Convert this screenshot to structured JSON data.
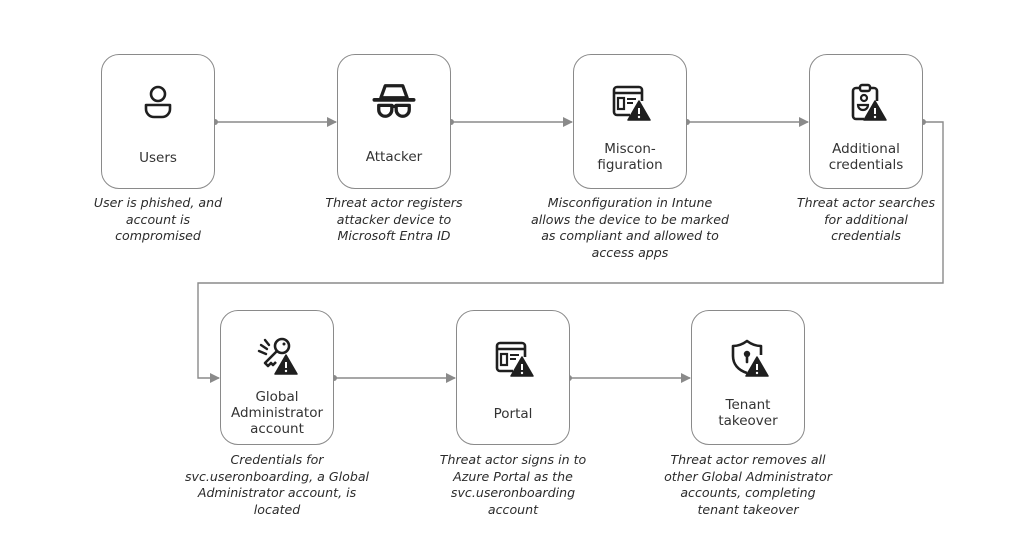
{
  "diagram": {
    "type": "attack-flow",
    "colors": {
      "line": "#8a8a8a",
      "box_border": "#8a8a8a",
      "icon": "#1f1f1f",
      "text": "#333333"
    },
    "steps": [
      {
        "id": "users",
        "icon": "user-icon",
        "label_lines": [
          "Users"
        ],
        "description_lines": [
          "User is phished, and",
          "account is",
          "compromised"
        ]
      },
      {
        "id": "attacker",
        "icon": "incognito-hat-glasses-icon",
        "label_lines": [
          "Attacker"
        ],
        "description_lines": [
          "Threat actor registers",
          "attacker device to",
          "Microsoft Entra ID"
        ]
      },
      {
        "id": "misconfiguration",
        "icon": "window-warning-icon",
        "label_lines": [
          "Miscon-",
          "figuration"
        ],
        "description_lines": [
          "Misconfiguration in Intune",
          "allows the device to be marked",
          "as compliant and allowed to",
          "access apps"
        ]
      },
      {
        "id": "additional-credentials",
        "icon": "clipboard-user-warning-icon",
        "label_lines": [
          "Additional",
          "credentials"
        ],
        "description_lines": [
          "Threat actor searches",
          "for additional",
          "credentials"
        ]
      },
      {
        "id": "global-administrator-account",
        "icon": "key-warning-icon",
        "label_lines": [
          "Global",
          "Administrator",
          "account"
        ],
        "description_lines": [
          "Credentials for",
          "svc.useronboarding, a Global",
          "Administrator account, is",
          "located"
        ]
      },
      {
        "id": "portal",
        "icon": "window-warning-icon",
        "label_lines": [
          "Portal"
        ],
        "description_lines": [
          "Threat actor signs in to",
          "Azure Portal as the",
          "svc.useronboarding",
          "account"
        ]
      },
      {
        "id": "tenant-takeover",
        "icon": "shield-lock-warning-icon",
        "label_lines": [
          "Tenant",
          "takeover"
        ],
        "description_lines": [
          "Threat actor removes all",
          "other Global Administrator",
          "accounts, completing",
          "tenant takeover"
        ]
      }
    ],
    "edges": [
      [
        "users",
        "attacker"
      ],
      [
        "attacker",
        "misconfiguration"
      ],
      [
        "misconfiguration",
        "additional-credentials"
      ],
      [
        "additional-credentials",
        "global-administrator-account"
      ],
      [
        "global-administrator-account",
        "portal"
      ],
      [
        "portal",
        "tenant-takeover"
      ]
    ]
  }
}
